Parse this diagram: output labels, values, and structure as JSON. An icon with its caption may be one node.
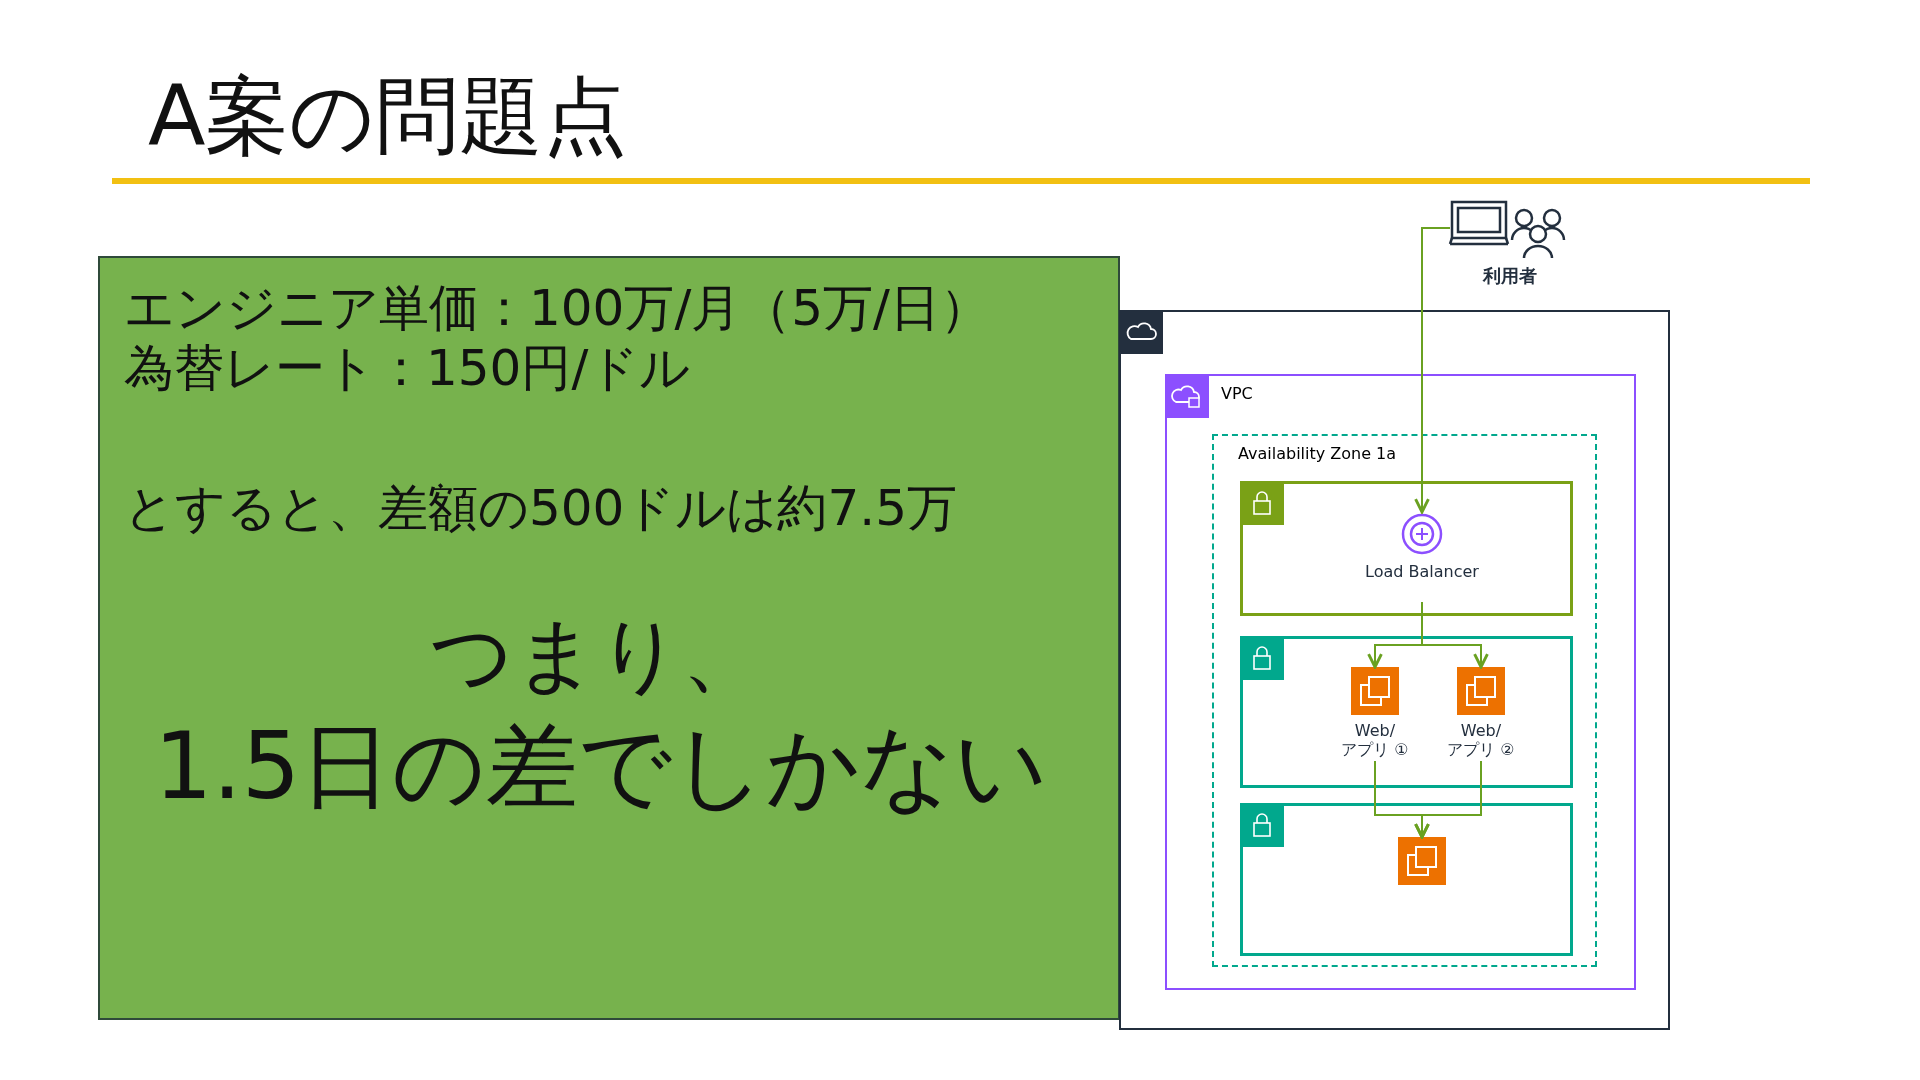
{
  "diagram": {
    "title": "A案の問題点",
    "nodes": [
      {
        "text": [
          "エンジニア単価：100万/月（5万/日）",
          "為替レート：150円/ドル",
          "とすると、差額の500ドルは約7.5万",
          "つまり、",
          "1.5日の差でしかない"
        ]
      },
      {
        "text": [],
        "shape": "box"
      },
      {
        "text": [
          "VPC"
        ],
        "in": 1
      },
      {
        "text": [
          "Availability Zone 1a"
        ],
        "in": 2
      },
      {
        "text": [],
        "shape": "box",
        "in": 3
      },
      {
        "text": [],
        "shape": "box",
        "in": 3
      },
      {
        "text": [],
        "shape": "box",
        "in": 3
      },
      {
        "text": [
          "利用者"
        ]
      },
      {
        "text": [
          "Load Balancer"
        ],
        "in": 4
      },
      {
        "text": [
          "Web/アプリ ①"
        ],
        "in": 5
      },
      {
        "text": [
          "Web/アプリ ②"
        ],
        "in": 5
      },
      {
        "text": [],
        "shape": "picture",
        "in": 6
      }
    ],
    "edges": [
      {
        "from": 7,
        "to": 8,
        "arrow": "to"
      },
      {
        "from": 8,
        "to": 9,
        "arrow": "to"
      },
      {
        "from": 8,
        "to": 10,
        "arrow": "to"
      },
      {
        "from": 9,
        "to": 11,
        "arrow": "to"
      },
      {
        "from": 10,
        "to": 11,
        "arrow": "to"
      }
    ]
  }
}
